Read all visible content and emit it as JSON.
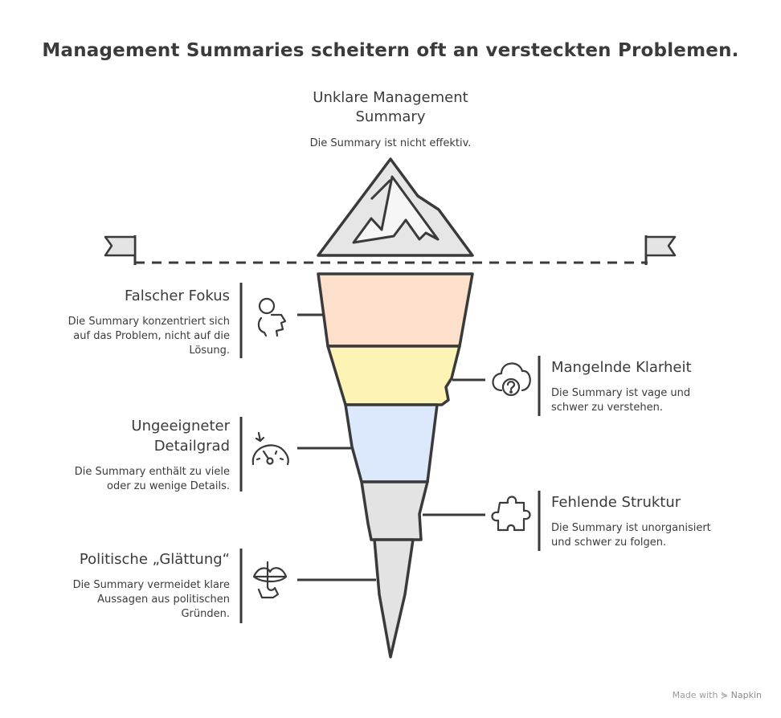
{
  "title": "Management Summaries scheitern oft an versteckten Problemen.",
  "top": {
    "heading_line1": "Unklare Management",
    "heading_line2": "Summary",
    "desc": "Die Summary ist nicht effektiv."
  },
  "issues": [
    {
      "heading": "Falscher Fokus",
      "desc": [
        "Die Summary konzentriert sich",
        "auf das Problem, nicht auf die",
        "Lösung."
      ],
      "icon": "head-person-icon",
      "color": "#fde0cb"
    },
    {
      "heading": "Mangelnde Klarheit",
      "desc": [
        "Die Summary ist vage und",
        "schwer zu verstehen."
      ],
      "icon": "cloud-question-icon",
      "color": "#fdf3b5"
    },
    {
      "heading_line1": "Ungeeigneter",
      "heading_line2": "Detailgrad",
      "desc": [
        "Die Summary enthält zu viele",
        "oder zu wenige Details."
      ],
      "icon": "gauge-icon",
      "color": "#dce8fb"
    },
    {
      "heading": "Fehlende Struktur",
      "desc": [
        "Die Summary ist unorganisiert",
        "und schwer zu folgen."
      ],
      "icon": "puzzle-piece-icon",
      "color": "#e3e3e3"
    },
    {
      "heading": "Politische „Glättung“",
      "desc": [
        "Die Summary vermeidet klare",
        "Aussagen aus politischen",
        "Gründen."
      ],
      "icon": "silence-lips-icon",
      "color": "#e3e3e3"
    }
  ],
  "footer": {
    "prefix": "Made with",
    "brand": "Napkin"
  }
}
